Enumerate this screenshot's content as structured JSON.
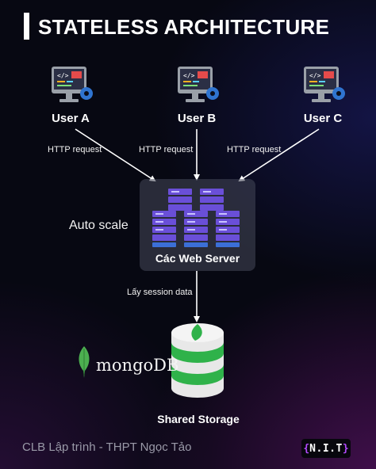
{
  "header": {
    "title": "STATELESS ARCHITECTURE"
  },
  "users": [
    {
      "label": "User A",
      "request": "HTTP request"
    },
    {
      "label": "User B",
      "request": "HTTP request"
    },
    {
      "label": "User C",
      "request": "HTTP request"
    }
  ],
  "server": {
    "label": "Các Web Server",
    "autoscale": "Auto scale"
  },
  "session": {
    "label": "Lấy session data"
  },
  "storage": {
    "label": "Shared Storage",
    "db_logo_text": "mongoDB"
  },
  "footer": {
    "text": "CLB Lập trình - THPT Ngọc Tảo",
    "brand": "N.I.T",
    "brand_brace_open": "{",
    "brand_brace_close": "}"
  },
  "colors": {
    "background": "#070812",
    "arrow": "#ffffff",
    "server_purple": "#6a4fd8",
    "server_blue": "#3b6fd6",
    "storage_green": "#2fb24a",
    "mongo_leaf": "#4caf50",
    "brand_accent": "#b34bff"
  },
  "icons": {
    "user_terminal": "monitor-code-gear-icon",
    "server": "server-rack-icon",
    "storage": "database-stack-icon",
    "mongo": "mongodb-leaf-icon"
  }
}
